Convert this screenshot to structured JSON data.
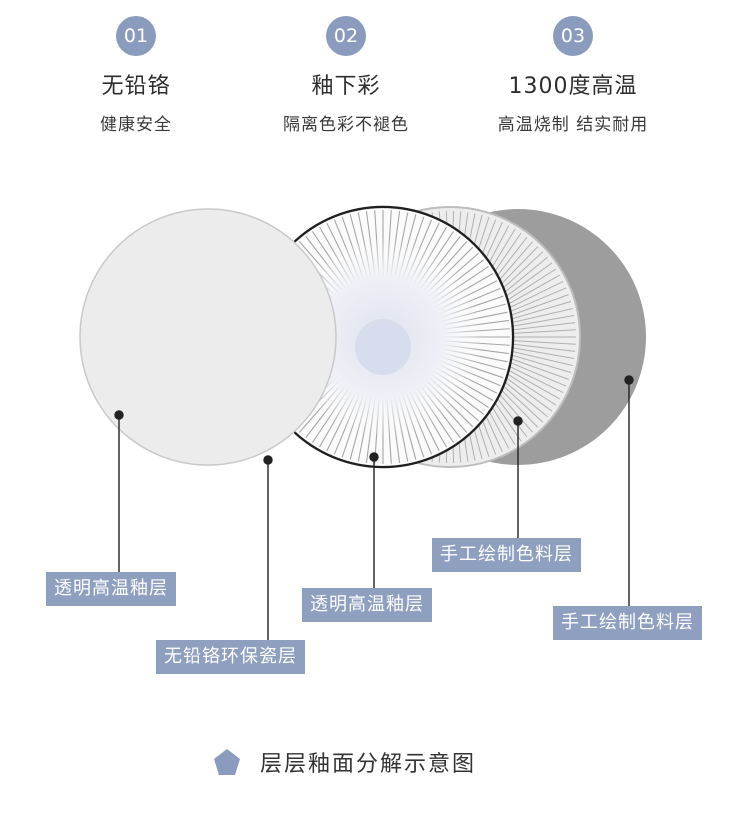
{
  "colors": {
    "accent": "#8a9bbd",
    "label_bg": "#8e9fbf",
    "line": "#222222",
    "gray_disc": "#9a9a9a",
    "white_disc": "#ededed"
  },
  "features": [
    {
      "num": "01",
      "title": "无铅铬",
      "subtitle": "健康安全"
    },
    {
      "num": "02",
      "title": "釉下彩",
      "subtitle": "隔离色彩不褪色"
    },
    {
      "num": "03",
      "title": "1300度高温",
      "subtitle": "高温烧制  结实耐用"
    }
  ],
  "labels": [
    "透明高温釉层",
    "无铅铬环保瓷层",
    "透明高温釉层",
    "手工绘制色料层",
    "手工绘制色料层"
  ],
  "footer": {
    "icon": "pentagon-icon",
    "text": "层层釉面分解示意图"
  }
}
